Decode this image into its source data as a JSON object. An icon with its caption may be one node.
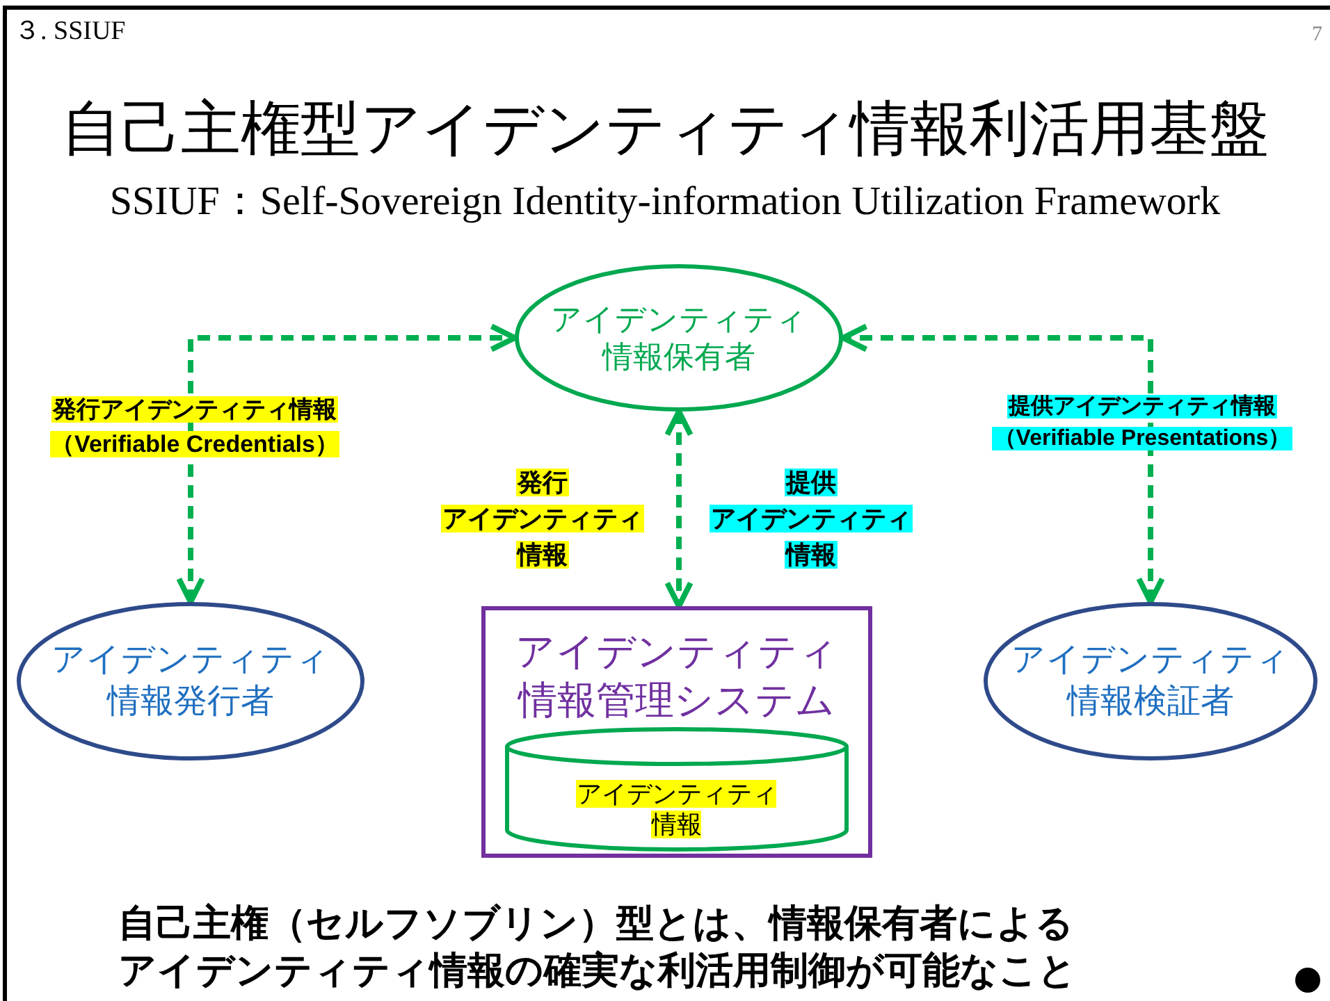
{
  "diagram": {
    "title": "自己主権型アイデンティティ情報利活用基盤",
    "nodes": [
      {
        "text": [
          "アイデンティティ情報保有者"
        ]
      },
      {
        "text": [
          "アイデンティティ情報発行者"
        ]
      },
      {
        "text": [
          "アイデンティティ情報管理システム"
        ]
      },
      {
        "text": [
          "アイデンティティ情報"
        ],
        "in": 2
      },
      {
        "text": [
          "アイデンティティ情報検証者"
        ]
      }
    ],
    "edges": [
      {
        "from": 1,
        "to": 0,
        "arrow": "both",
        "style": "dashed",
        "label": "発行アイデンティティ情報（Verifiable Credentials）"
      },
      {
        "from": 0,
        "to": 2,
        "arrow": "both",
        "style": "dashed",
        "label": "発行アイデンティティ情報"
      },
      {
        "from": 4,
        "to": 0,
        "arrow": "both",
        "style": "dashed",
        "label": "提供アイデンティティ情報（Verifiable Presentations）"
      }
    ],
    "labels": [
      "３. SSIUF",
      "7",
      "SSIUF：Self-Sovereign Identity-information Utilization Framework",
      "提供アイデンティティ情報",
      "自己主権（セルフソブリン）型とは、情報保有者によるアイデンティティ情報の確実な利活用制御が可能なこと"
    ]
  }
}
